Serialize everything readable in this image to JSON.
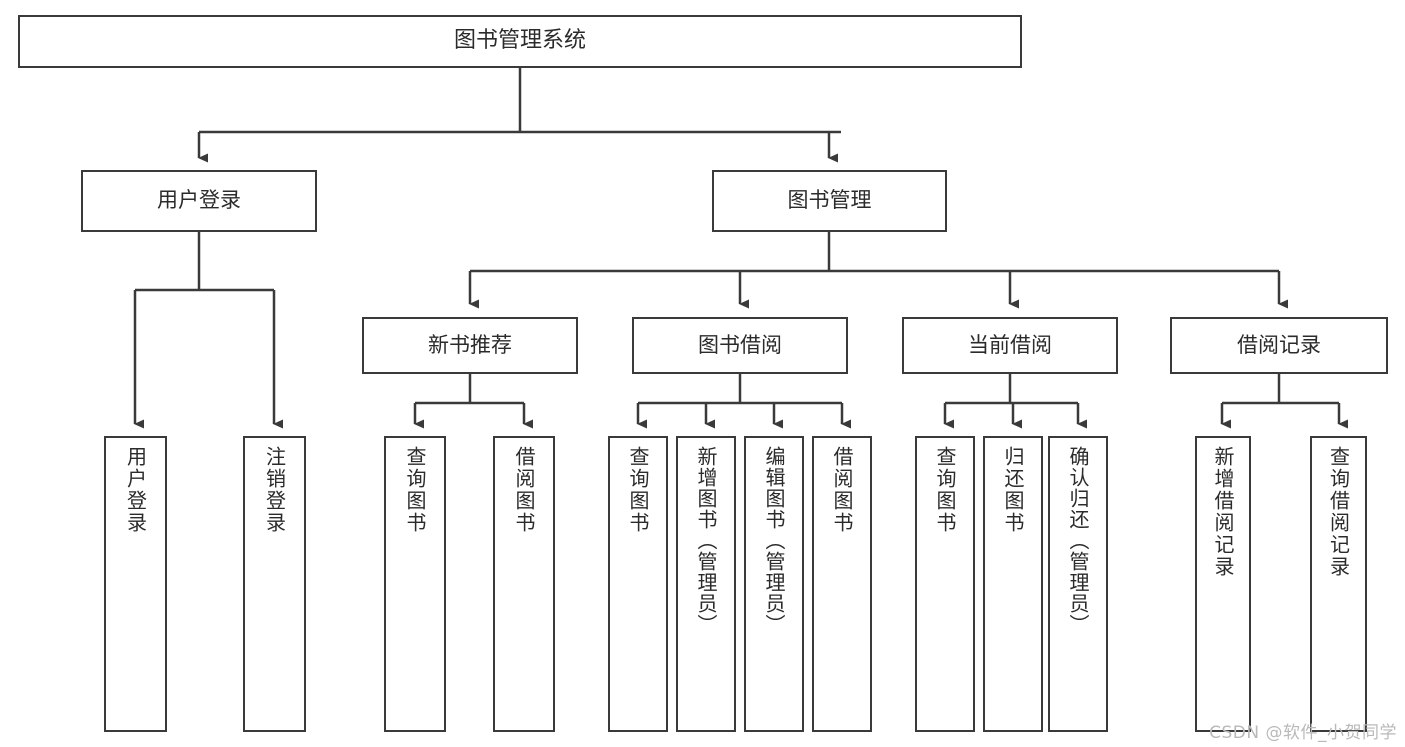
{
  "diagram": {
    "title": "图书管理系统",
    "type": "tree-hierarchy-chart",
    "stroke_color": "#3a3a3a",
    "text_color": "#2b2b2b",
    "background_color": "#ffffff",
    "watermark": "CSDN @软件_小贺同学",
    "nodes": {
      "root": {
        "label": "图书管理系统"
      },
      "level2": [
        {
          "label": "用户登录"
        },
        {
          "label": "图书管理"
        }
      ],
      "level3": [
        {
          "label": "新书推荐"
        },
        {
          "label": "图书借阅"
        },
        {
          "label": "当前借阅"
        },
        {
          "label": "借阅记录"
        }
      ],
      "leaves_user_login": [
        {
          "label": "用户登录"
        },
        {
          "label": "注销登录"
        }
      ],
      "leaves_new_book": [
        {
          "label": "查询图书"
        },
        {
          "label": "借阅图书"
        }
      ],
      "leaves_borrow": [
        {
          "label": "查询图书"
        },
        {
          "label": "新增图书（管理员）"
        },
        {
          "label": "编辑图书（管理员）"
        },
        {
          "label": "借阅图书"
        }
      ],
      "leaves_current": [
        {
          "label": "查询图书"
        },
        {
          "label": "归还图书"
        },
        {
          "label": "确认归还（管理员）"
        }
      ],
      "leaves_record": [
        {
          "label": "新增借阅记录"
        },
        {
          "label": "查询借阅记录"
        }
      ]
    }
  }
}
